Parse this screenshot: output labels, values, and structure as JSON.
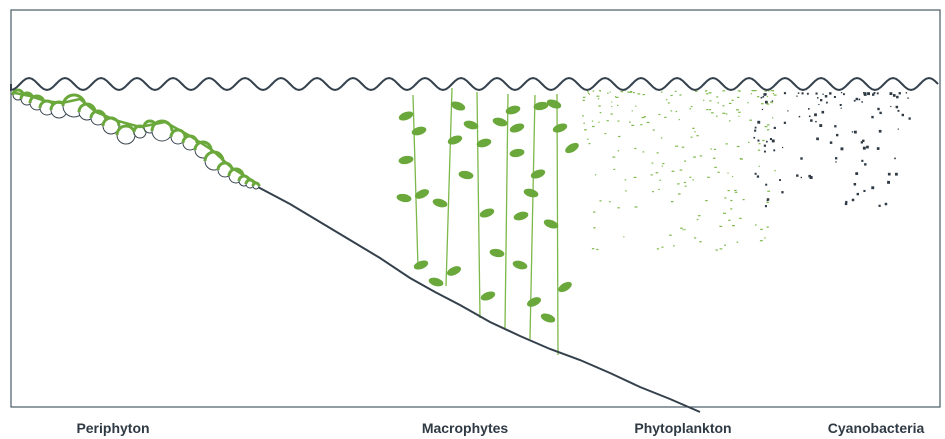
{
  "labels": {
    "periphyton": "Periphyton",
    "macrophytes": "Macrophytes",
    "phytoplankton": "Phytoplankton",
    "cyanobacteria": "Cyanobacteria"
  },
  "colors": {
    "frame": "#4a5a66",
    "water_surface": "#34414c",
    "lake_bed": "#34414c",
    "plant_green": "#6aa83b",
    "stem_green": "#7db84a",
    "bubble_stroke": "#3a4650",
    "cyano_dots": "#2f3a44",
    "label_text": "#2f3a44"
  },
  "icons": {
    "bubbles": "periphyton-bubble-icon",
    "leaves": "macrophyte-leaf-icon",
    "plankton": "phytoplankton-dot-icon",
    "cyano": "cyanobacteria-dot-icon"
  }
}
